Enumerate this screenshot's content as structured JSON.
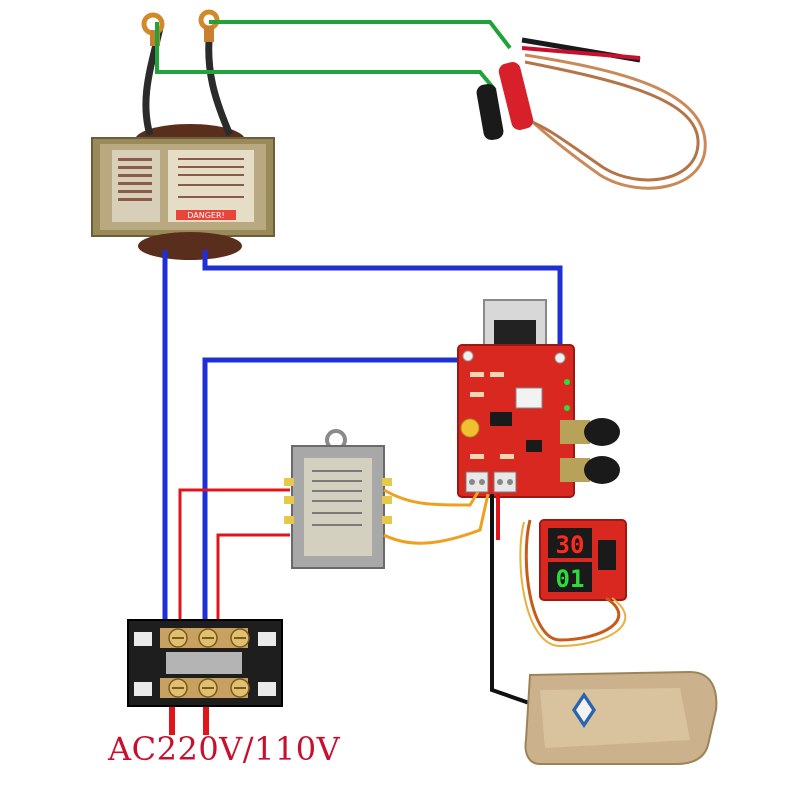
{
  "supply": {
    "label": "AC220V/110V"
  },
  "transformer": {
    "label": "DANGER!"
  },
  "display": {
    "upper": "30",
    "lower": "01"
  },
  "colors": {
    "wire_blue": "#1f2fd6",
    "wire_red": "#e0141a",
    "wire_green": "#1fa33a",
    "wire_orange": "#f0a020",
    "wire_black": "#111111",
    "pcb_red": "#d82820",
    "led_red": "#ff2a1a",
    "led_green": "#2bdc3a",
    "pedal": "#cbb28c"
  }
}
